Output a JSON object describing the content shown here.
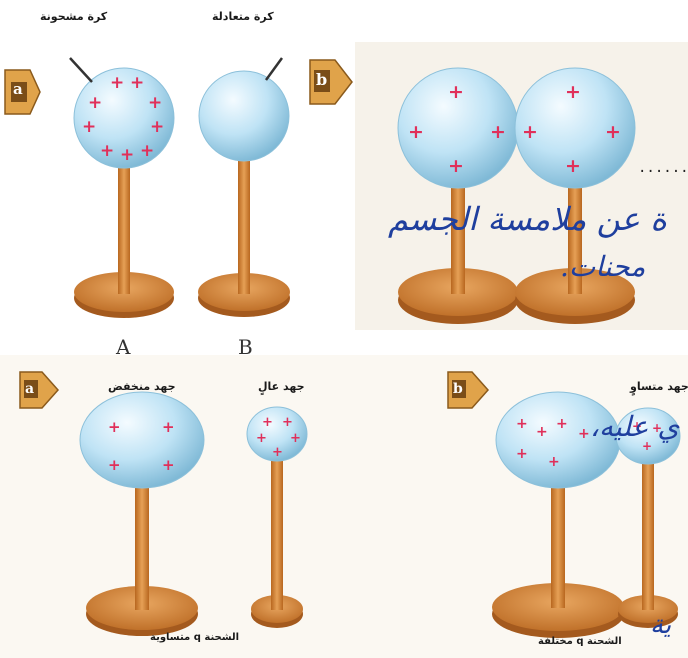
{
  "top_left": {
    "charged_sphere_label": "كرة مشحونة",
    "neutral_sphere_label": "كرة متعادلة",
    "tag": "a",
    "sphere_A_letter": "A",
    "sphere_B_letter": "B"
  },
  "top_right": {
    "tag": "b",
    "dotted_line": "......",
    "handwriting_line1": "ة عن ملامسة الجسم",
    "handwriting_line2": "محنات."
  },
  "bottom_left": {
    "tag": "a",
    "low_potential_label": "جهد منخفض",
    "high_potential_label": "جهد عالٍ",
    "charge_equal_caption": "الشحنة q متساوية"
  },
  "bottom_right": {
    "tag": "b",
    "equal_potential_label": "جهد متساوٍ",
    "handwriting": "ي عليه،",
    "handwriting_bottom": "ية",
    "charge_different_caption": "الشحنة q مختلفة"
  },
  "colors": {
    "sphere_fill": "#bfe3f5",
    "stand": "#d98a3a",
    "tag_fill": "#e0a34a",
    "plus": "#e0305a",
    "ink": "#1f3f9e"
  }
}
